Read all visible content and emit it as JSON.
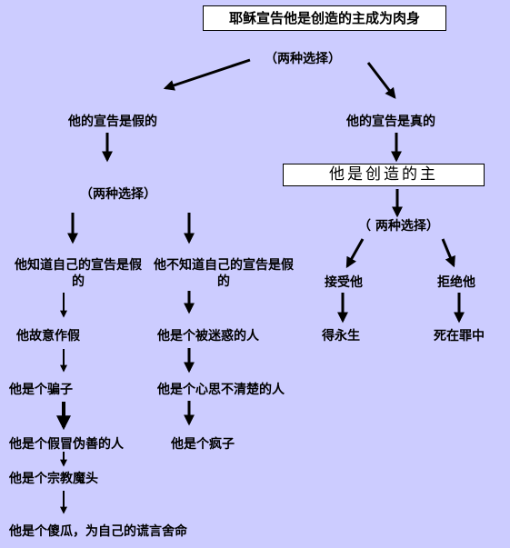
{
  "root": {
    "claim": "耶稣宣告他是创造的主成为肉身"
  },
  "choice_top": "（两种选择）",
  "left": {
    "false_claim": "他的宣告是假的",
    "choice": "（两种选择）",
    "knows": "他知道自己的宣告是假的",
    "not_knows": "他不知道自己的宣告是假的",
    "knows_chain": [
      "他故意作假",
      "他是个骗子",
      "他是个假冒伪善的人",
      "他是个宗教魔头",
      "他是个傻瓜，为自己的谎言舍命"
    ],
    "not_knows_chain": [
      "他是个被迷惑的人",
      "他是个心思不清楚的人",
      "他是个疯子"
    ]
  },
  "right": {
    "true_claim": "他的宣告是真的",
    "lord_box": "他是创造的主",
    "choice": "（ 两种选择）",
    "accept": "接受他",
    "reject": "拒绝他",
    "accept_result": "得永生",
    "reject_result": "死在罪中"
  }
}
